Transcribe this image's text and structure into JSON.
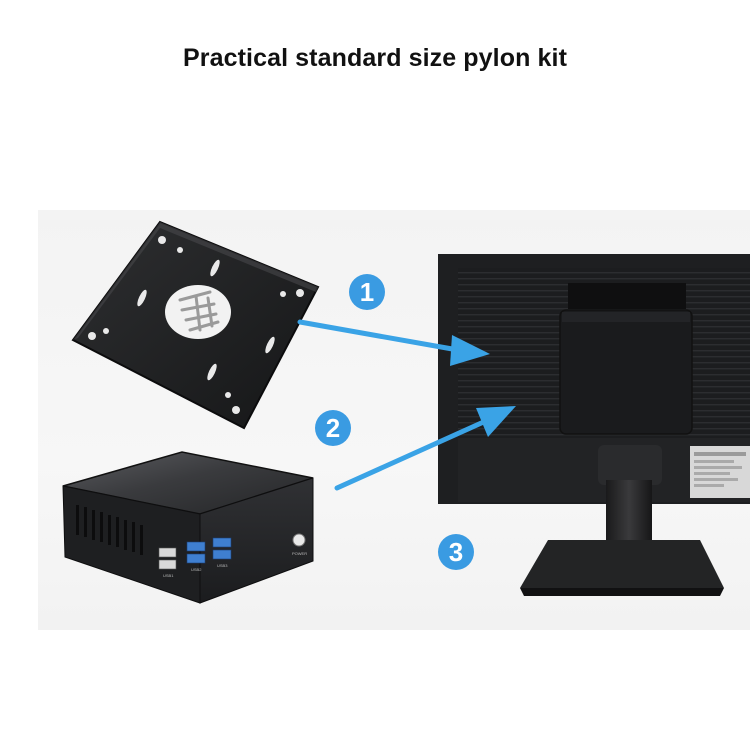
{
  "title": "Practical standard size pylon kit",
  "steps": [
    "1",
    "2",
    "3"
  ],
  "device": {
    "power_label": "POWER",
    "port_labels": [
      "USB1",
      "USB2",
      "USB3"
    ]
  },
  "colors": {
    "arrow": "#3aa3e6",
    "badge": "#3a9be2",
    "device_body": "#2a2b2e",
    "usb_port": "#3f7fd0",
    "monitor_back": "#1e1f21"
  }
}
